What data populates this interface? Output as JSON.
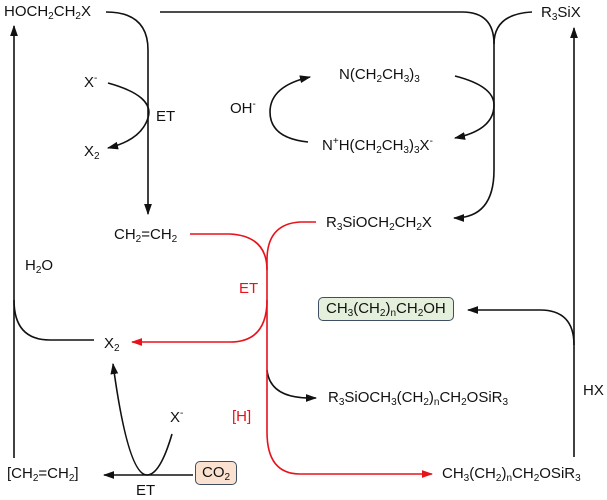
{
  "colors": {
    "black_path": "#111111",
    "red_path": "#e8121b",
    "product_box_fill": "#e4f0dc",
    "co2_box_fill": "#fbe1cf",
    "box_border": "#3f4f63"
  },
  "species": {
    "hoch2ch2x": {
      "parts": [
        "HOCH",
        "2",
        "CH",
        "2",
        "X"
      ]
    },
    "r3six": {
      "parts": [
        "R",
        "3",
        "SiX"
      ]
    },
    "x_minus_top": {
      "parts": [
        "X",
        "-"
      ]
    },
    "x2_top": {
      "parts": [
        "X",
        "2"
      ]
    },
    "oh_minus": {
      "parts": [
        "OH",
        "-"
      ]
    },
    "triethylamine": {
      "parts": [
        "N(CH",
        "2",
        "CH",
        "3",
        ")",
        "3"
      ]
    },
    "triethylammonium": {
      "parts": [
        "N",
        "+",
        "H(CH",
        "2",
        "CH",
        "3",
        ")",
        "3",
        "X",
        "-"
      ]
    },
    "ethylene": {
      "parts": [
        "CH",
        "2",
        "=CH",
        "2"
      ]
    },
    "r3sioch2ch2x": {
      "parts": [
        "R",
        "3",
        "SiOCH",
        "2",
        "CH",
        "2",
        "X"
      ]
    },
    "h2o": {
      "parts": [
        "H",
        "2",
        "O"
      ]
    },
    "alcohol_product": {
      "parts": [
        "CH",
        "3",
        "(CH",
        "2",
        ")",
        "n",
        "CH",
        "2",
        "OH"
      ]
    },
    "x2_center": {
      "parts": [
        "X",
        "2"
      ]
    },
    "disilyl_ether": {
      "parts": [
        "R",
        "3",
        "SiOCH",
        "3",
        "(CH",
        "2",
        ")",
        "n",
        "CH",
        "2",
        "OSiR",
        "3"
      ]
    },
    "x_minus_bottom": {
      "parts": [
        "X",
        "-"
      ]
    },
    "ethylene_bracket": {
      "parts": [
        "[CH",
        "2",
        "=CH",
        "2",
        "]"
      ]
    },
    "co2": {
      "parts": [
        "CO",
        "2"
      ]
    },
    "silyl_ether_product": {
      "parts": [
        "CH",
        "3",
        "(CH",
        "2",
        ")",
        "n",
        "CH",
        "2",
        "OSiR",
        "3"
      ]
    }
  },
  "labels": {
    "et_top": "ET",
    "et_red": "ET",
    "h_red": "[H]",
    "hx": "HX",
    "et_bottom": "ET"
  }
}
